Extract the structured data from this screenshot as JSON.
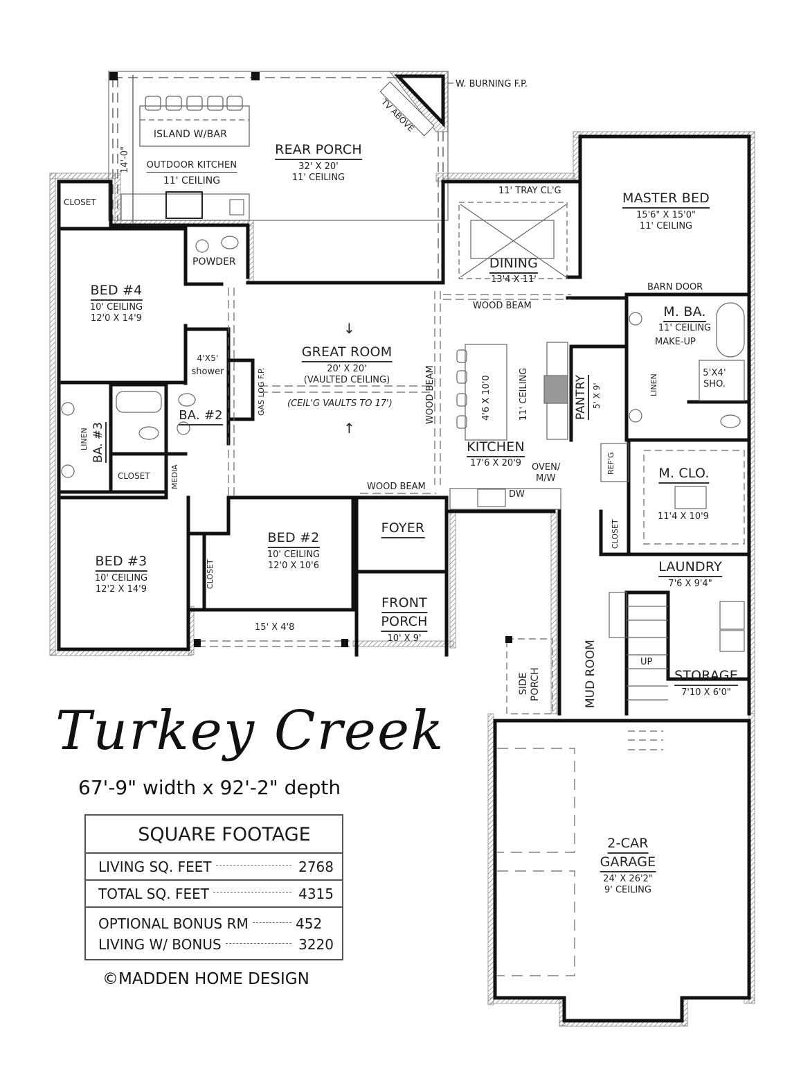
{
  "plan_name": "Turkey Creek",
  "dimensions_text": "67'-9\" width x 92'-2\" depth",
  "square_footage": {
    "title": "SQUARE FOOTAGE",
    "rows": [
      {
        "label": "LIVING SQ. FEET",
        "value": "2768"
      },
      {
        "label": "TOTAL SQ. FEET",
        "value": "4315"
      },
      {
        "label": "OPTIONAL BONUS RM",
        "value": "452"
      },
      {
        "label": "LIVING W/ BONUS",
        "value": "3220"
      }
    ]
  },
  "copyright": "©MADDEN HOME DESIGN",
  "rooms": {
    "rear_porch": {
      "name": "REAR PORCH",
      "size": "32' X 20'",
      "ceiling": "11' CEILING"
    },
    "outdoor_kitchen": {
      "name": "OUTDOOR KITCHEN",
      "ceiling": "11' CEILING"
    },
    "island_bar": {
      "name": "ISLAND W/BAR"
    },
    "porch_depth": {
      "name": "14'-0\""
    },
    "fireplace_outdoor": {
      "name": "W. BURNING F.P.",
      "tv": "TV ABOVE"
    },
    "dining": {
      "name": "DINING",
      "size": "13'4 X 11'",
      "ceiling_note": "11' TRAY CL'G"
    },
    "master_bed": {
      "name": "MASTER BED",
      "size": "15'6\" X 15'0\"",
      "ceiling": "11' CEILING"
    },
    "barn_door": {
      "name": "BARN DOOR"
    },
    "master_bath": {
      "name": "M. BA.",
      "ceiling": "11' CEILING",
      "makeup": "MAKE-UP",
      "linen": "LINEN",
      "shower": "5'X4'",
      "shower_label": "SHO."
    },
    "closet_bed4": {
      "name": "CLOSET"
    },
    "powder": {
      "name": "POWDER"
    },
    "bed4": {
      "name": "BED #4",
      "ceiling": "10' CEILING",
      "size": "12'0 X 14'9"
    },
    "great_room": {
      "name": "GREAT ROOM",
      "size": "20' X 20'",
      "ceiling": "(VAULTED CEILING)",
      "note": "(CEIL'G VAULTS TO 17')"
    },
    "gas_fp": {
      "name": "GAS LOG F.P."
    },
    "shower_ba2": {
      "size": "4'X5'",
      "name": "shower"
    },
    "ba2": {
      "name": "BA. #2"
    },
    "ba3": {
      "name": "BA. #3",
      "linen": "LINEN"
    },
    "closet_bed3": {
      "name": "CLOSET"
    },
    "media": {
      "name": "MEDIA"
    },
    "wood_beam_1": {
      "name": "WOOD BEAM"
    },
    "wood_beam_2": {
      "name": "WOOD BEAM"
    },
    "wood_beam_3": {
      "name": "WOOD BEAM"
    },
    "kitchen": {
      "name": "KITCHEN",
      "size": "17'6 X 20'9",
      "ceiling": "11' CEILING",
      "island": "4'6 X 10'0",
      "oven": "OVEN/",
      "mw": "M/W",
      "dw": "DW",
      "refrig": "REF'G"
    },
    "pantry": {
      "name": "PANTRY",
      "size": "5' X 9'"
    },
    "master_closet": {
      "name": "M. CLO.",
      "size": "11'4 X 10'9"
    },
    "closet_mud": {
      "name": "CLOSET"
    },
    "bed3": {
      "name": "BED #3",
      "ceiling": "10' CEILING",
      "size": "12'2 X 14'9"
    },
    "bed2": {
      "name": "BED #2",
      "ceiling": "10' CEILING",
      "size": "12'0 X 10'6"
    },
    "closet_bed2": {
      "name": "CLOSET"
    },
    "front_deck": {
      "size": "15' X 4'8"
    },
    "foyer": {
      "name": "FOYER"
    },
    "front_porch": {
      "name1": "FRONT",
      "name2": "PORCH",
      "size": "10' X 9'"
    },
    "laundry": {
      "name": "LAUNDRY",
      "size": "7'6 X 9'4\""
    },
    "mud_room": {
      "name": "MUD ROOM"
    },
    "side_porch": {
      "name1": "SIDE",
      "name2": "PORCH"
    },
    "stairs": {
      "name": "UP"
    },
    "storage": {
      "name": "STORAGE",
      "size": "7'10 X 6'0\""
    },
    "garage": {
      "name1": "2-CAR",
      "name2": "GARAGE",
      "size": "24' X 26'2\"",
      "ceiling": "9' CEILING"
    }
  },
  "colors": {
    "wall": "#111111",
    "line": "#555555",
    "hatch": "#777777",
    "background": "#ffffff"
  }
}
